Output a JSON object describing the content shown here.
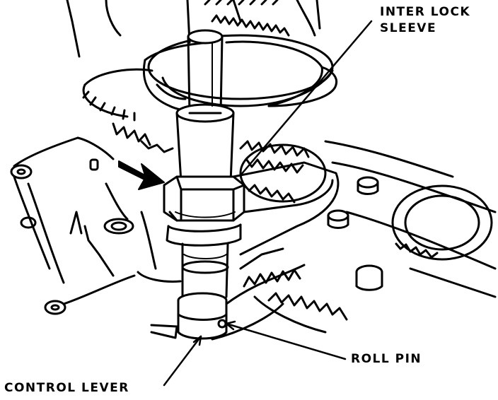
{
  "labels": {
    "interlock_line1": "INTER LOCK",
    "interlock_line2": "SLEEVE",
    "roll_pin": "ROLL PIN",
    "control_lever": "CONTROL LEVER"
  },
  "colors": {
    "ink": "#000000",
    "paper": "#ffffff"
  }
}
